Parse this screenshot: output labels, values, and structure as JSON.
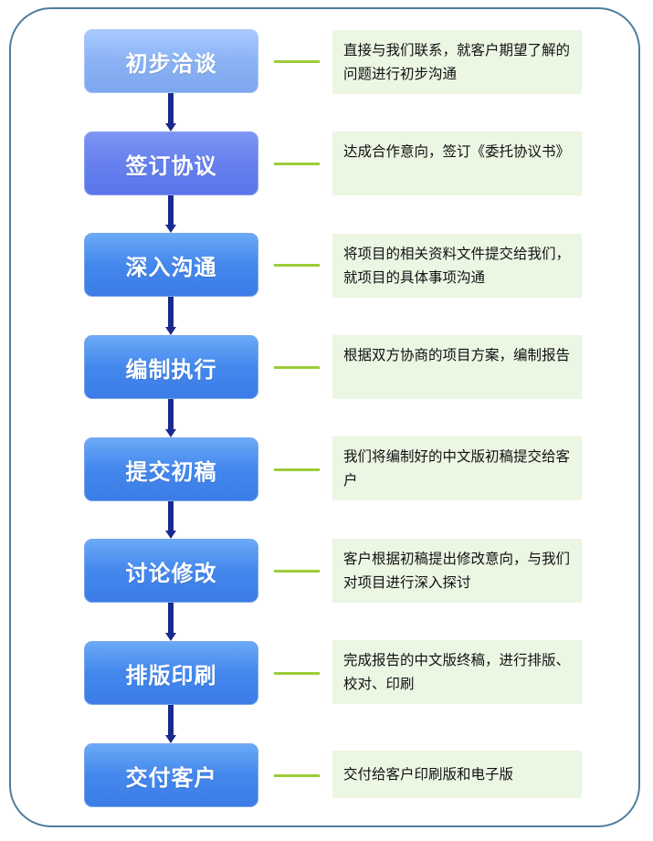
{
  "steps": [
    {
      "label": "初步洽谈",
      "description": "直接与我们联系，就客户期望了解的问题进行初步沟通"
    },
    {
      "label": "签订协议",
      "description": "达成合作意向，签订《委托协议书》"
    },
    {
      "label": "深入沟通",
      "description": "将项目的相关资料文件提交给我们，就项目的具体事项沟通"
    },
    {
      "label": "编制执行",
      "description": "根据双方协商的项目方案，编制报告"
    },
    {
      "label": "提交初稿",
      "description": "我们将编制好的中文版初稿提交给客户"
    },
    {
      "label": "讨论修改",
      "description": "客户根据初稿提出修改意向，与我们对项目进行深入探讨"
    },
    {
      "label": "排版印刷",
      "description": "完成报告的中文版终稿，进行排版、校对、印刷"
    },
    {
      "label": "交付客户",
      "description": "交付给客户印刷版和电子版"
    }
  ],
  "colors": {
    "frame_border": "#4f7d9c",
    "step_blue": "#4488ee",
    "step_first": "#8ab2f4",
    "step_second": "#6680ee",
    "arrow": "#1a2a8c",
    "connector": "#9ccc3a",
    "description_bg": "#ebf6e3"
  }
}
